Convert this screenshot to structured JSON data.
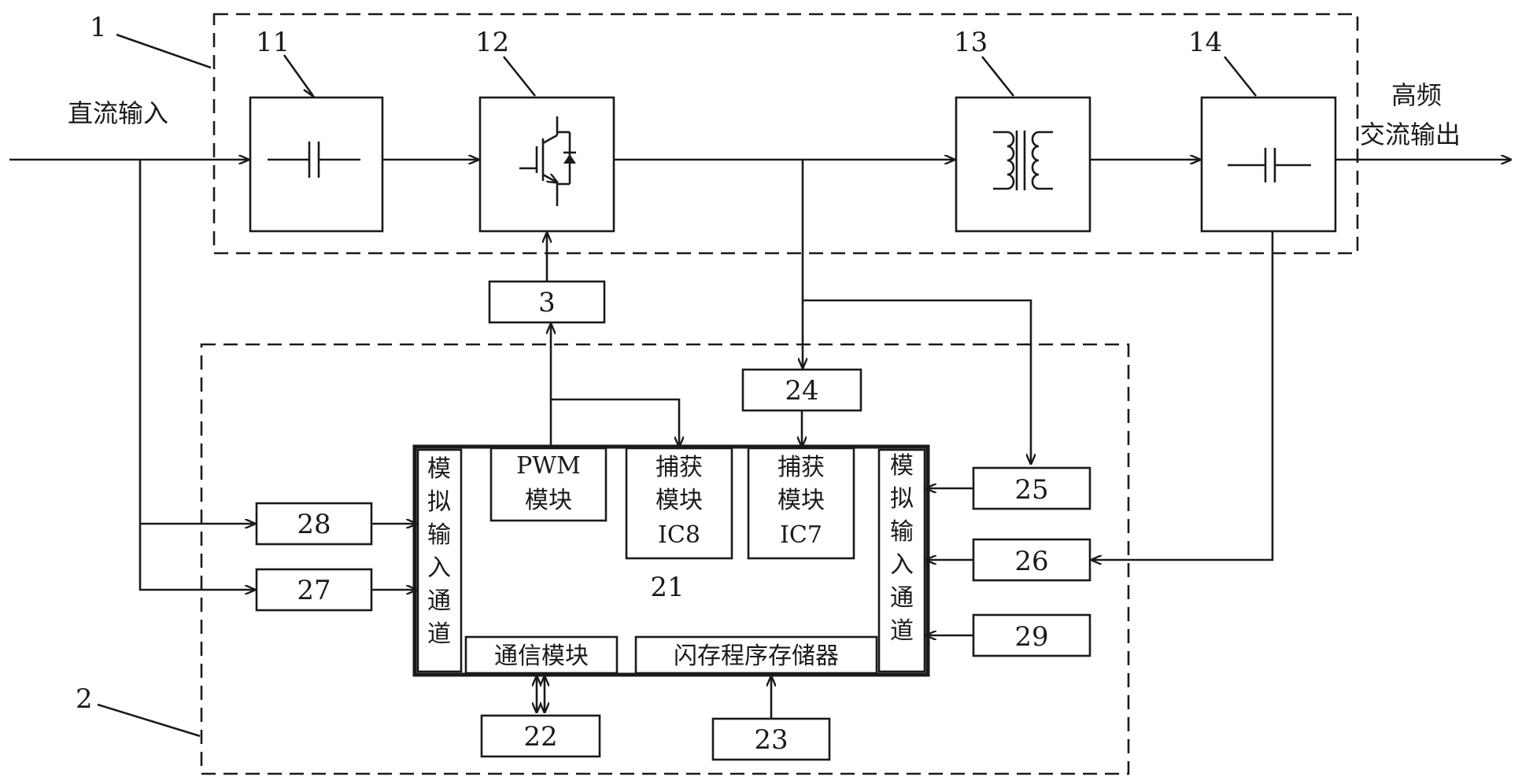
{
  "refs": {
    "group1": "1",
    "group2": "2",
    "b11": "11",
    "b12": "12",
    "b13": "13",
    "b14": "14",
    "b3": "3",
    "b21": "21",
    "b22": "22",
    "b23": "23",
    "b24": "24",
    "b25": "25",
    "b26": "26",
    "b27": "27",
    "b28": "28",
    "b29": "29"
  },
  "labels": {
    "dc_input": "直流输入",
    "hf_output_line1": "高频",
    "hf_output_line2": "交流输出",
    "pwm_line1": "PWM",
    "pwm_line2": "模块",
    "cap8_line1": "捕获",
    "cap8_line2": "模块",
    "cap8_line3": "IC8",
    "cap7_line1": "捕获",
    "cap7_line2": "模块",
    "cap7_line3": "IC7",
    "ain_left": [
      "模",
      "拟",
      "输",
      "入",
      "通",
      "道"
    ],
    "ain_right": [
      "模",
      "拟",
      "输",
      "入",
      "通",
      "道"
    ],
    "comm": "通信模块",
    "flash": "闪存程序存储器"
  },
  "icons": [
    "capacitor-icon",
    "igbt-icon",
    "transformer-icon",
    "capacitor-icon"
  ]
}
